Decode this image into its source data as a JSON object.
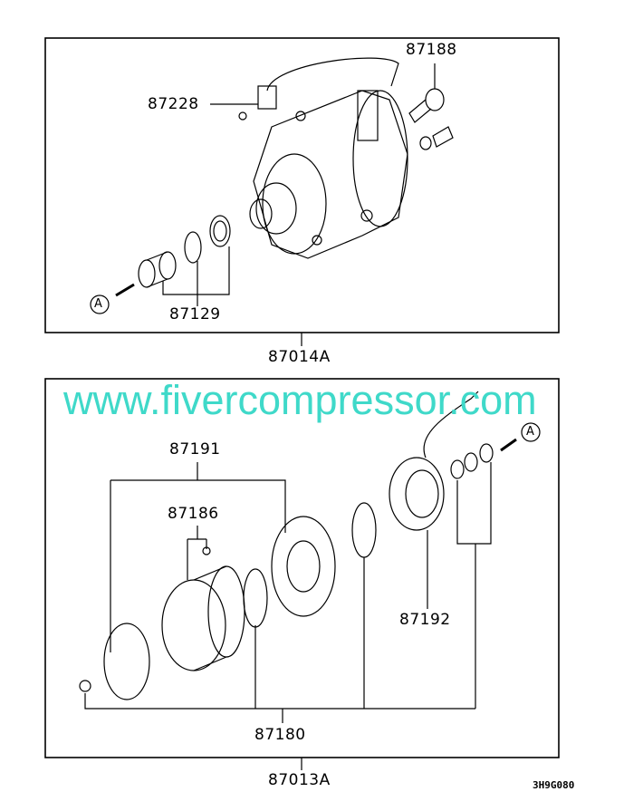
{
  "top_assembly": {
    "part_number": "87014A",
    "callouts": [
      "87188",
      "87228",
      "87129"
    ],
    "view_marker": "A"
  },
  "bottom_assembly": {
    "part_number": "87013A",
    "callouts": [
      "87191",
      "87186",
      "87192",
      "87180"
    ],
    "view_marker": "A"
  },
  "watermark": "www.fivercompressor.com",
  "drawing_code": "3H9G080",
  "colors": {
    "watermark": "#3fd9c9",
    "line": "#000000"
  }
}
